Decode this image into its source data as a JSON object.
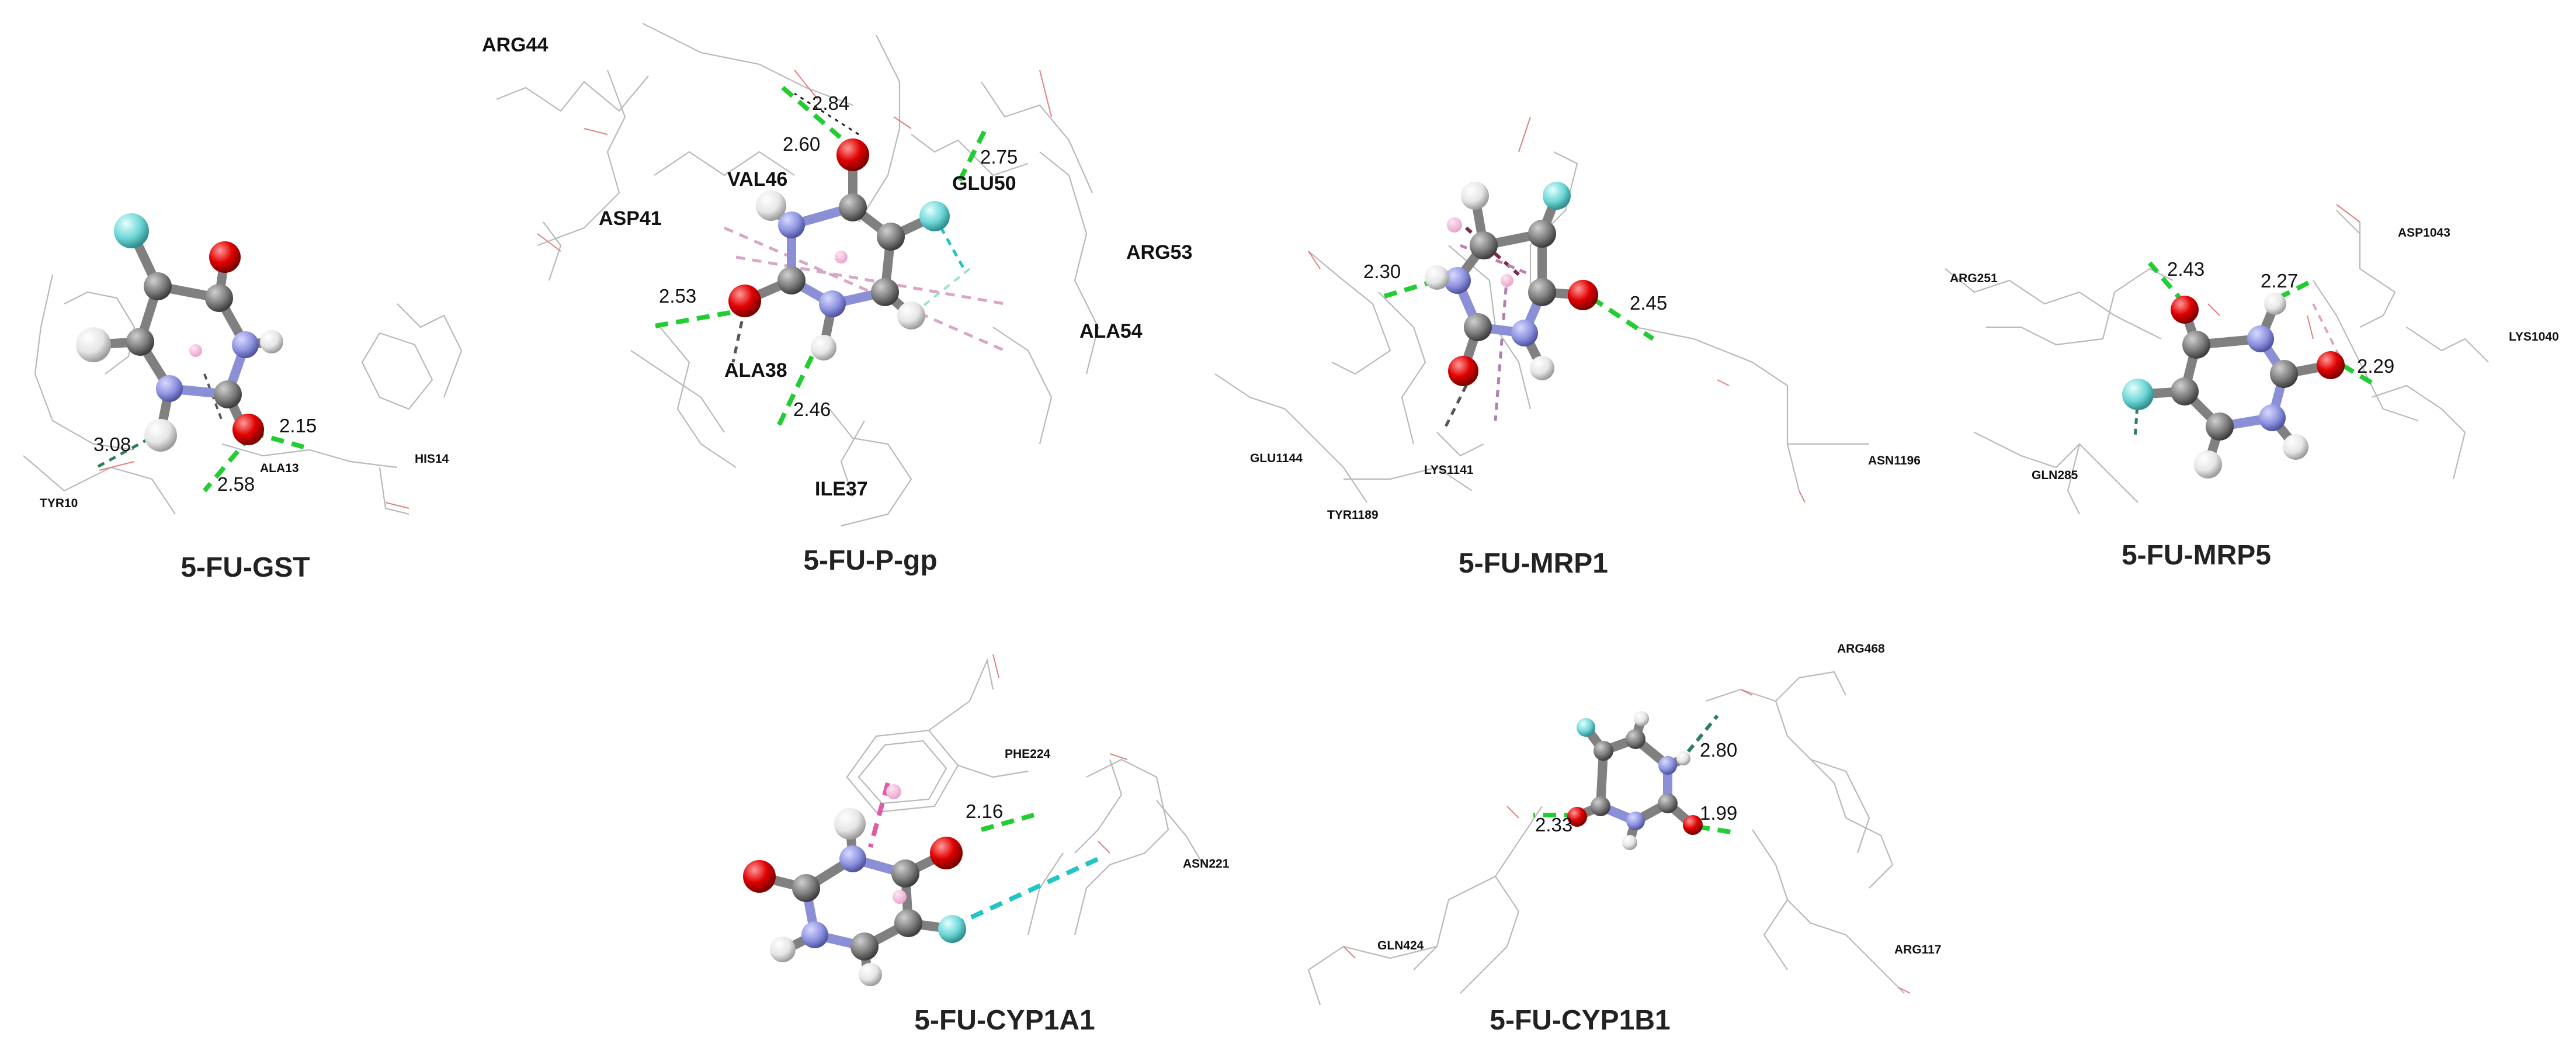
{
  "colors": {
    "carbon": "#7d7d7d",
    "nitrogen": "#8e93e0",
    "oxygen": "#e00000",
    "fluorine": "#6fd6d6",
    "hydrogen": "#e6e6e6",
    "hbond": "#22cc33",
    "halogen": "#22c4c4",
    "pi": "#e07ab8",
    "carbon_h": "#2e7d5b"
  },
  "panels": [
    {
      "title": "5-FU-GST",
      "residues": [
        "TYR10",
        "ALA13",
        "HIS14"
      ],
      "distances": [
        "3.08",
        "2.58",
        "2.15"
      ]
    },
    {
      "title": "5-FU-P-gp",
      "residues": [
        "ARG44",
        "ASP41",
        "VAL46",
        "GLU50",
        "ARG53",
        "ALA54",
        "ALA38",
        "ILE37"
      ],
      "distances": [
        "2.84",
        "2.60",
        "2.75",
        "2.53",
        "2.46"
      ]
    },
    {
      "title": "5-FU-MRP1",
      "residues": [
        "GLU1144",
        "LYS1141",
        "TYR1189",
        "ASN1196"
      ],
      "distances": [
        "2.30",
        "2.45"
      ]
    },
    {
      "title": "5-FU-MRP5",
      "residues": [
        "ASP1043",
        "ARG251",
        "LYS1040",
        "GLN285"
      ],
      "distances": [
        "2.43",
        "2.27",
        "2.29"
      ]
    },
    {
      "title": "5-FU-CYP1A1",
      "residues": [
        "PHE224",
        "ASN221"
      ],
      "distances": [
        "2.16"
      ]
    },
    {
      "title": "5-FU-CYP1B1",
      "residues": [
        "ARG468",
        "GLN424",
        "ARG117"
      ],
      "distances": [
        "2.80",
        "2.33",
        "1.99"
      ]
    }
  ]
}
